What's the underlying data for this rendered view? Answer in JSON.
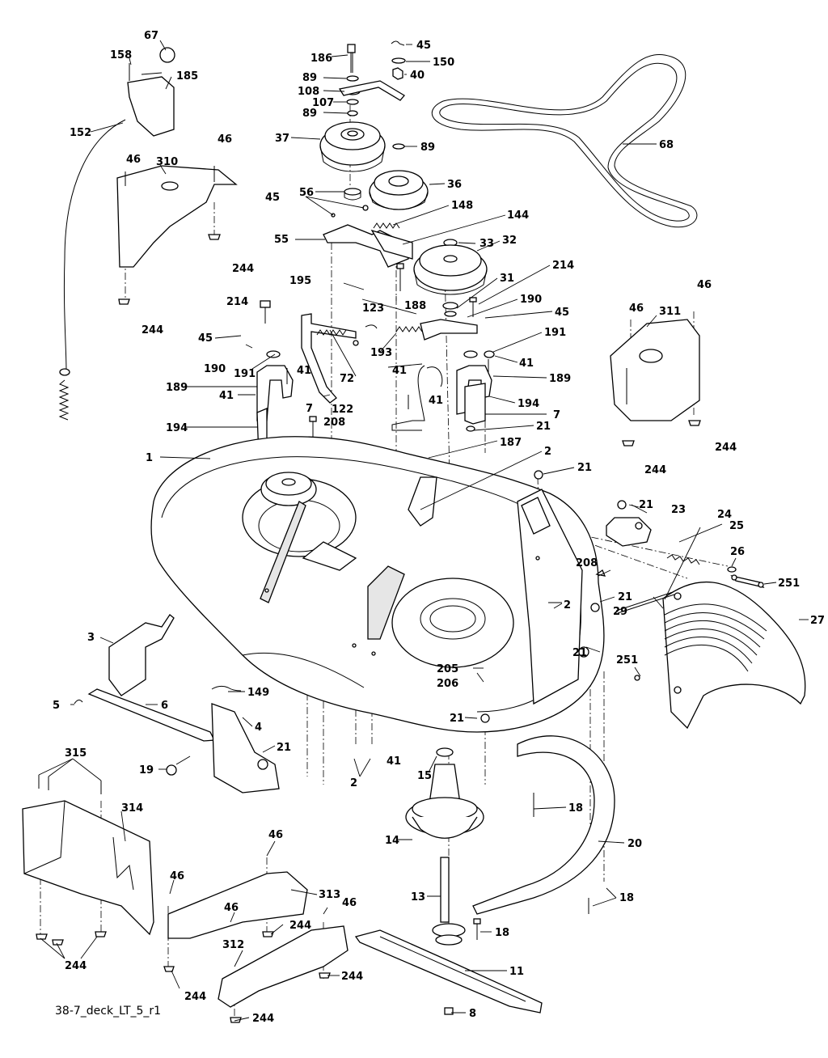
{
  "drawing_id": "38-7_deck_LT_5_r1",
  "labels": [
    "67",
    "158",
    "185",
    "152",
    "46",
    "310",
    "244",
    "186",
    "89",
    "108",
    "107",
    "37",
    "56",
    "45",
    "55",
    "150",
    "40",
    "36",
    "148",
    "144",
    "68",
    "33",
    "32",
    "214",
    "31",
    "195",
    "123",
    "188",
    "190",
    "191",
    "193",
    "41",
    "189",
    "194",
    "7",
    "208",
    "72",
    "122",
    "21",
    "187",
    "2",
    "1",
    "23",
    "24",
    "25",
    "26",
    "251",
    "27",
    "29",
    "311",
    "3",
    "5",
    "6",
    "149",
    "4",
    "19",
    "205",
    "206",
    "15",
    "14",
    "18",
    "20",
    "13",
    "11",
    "8",
    "315",
    "314",
    "313",
    "312"
  ]
}
